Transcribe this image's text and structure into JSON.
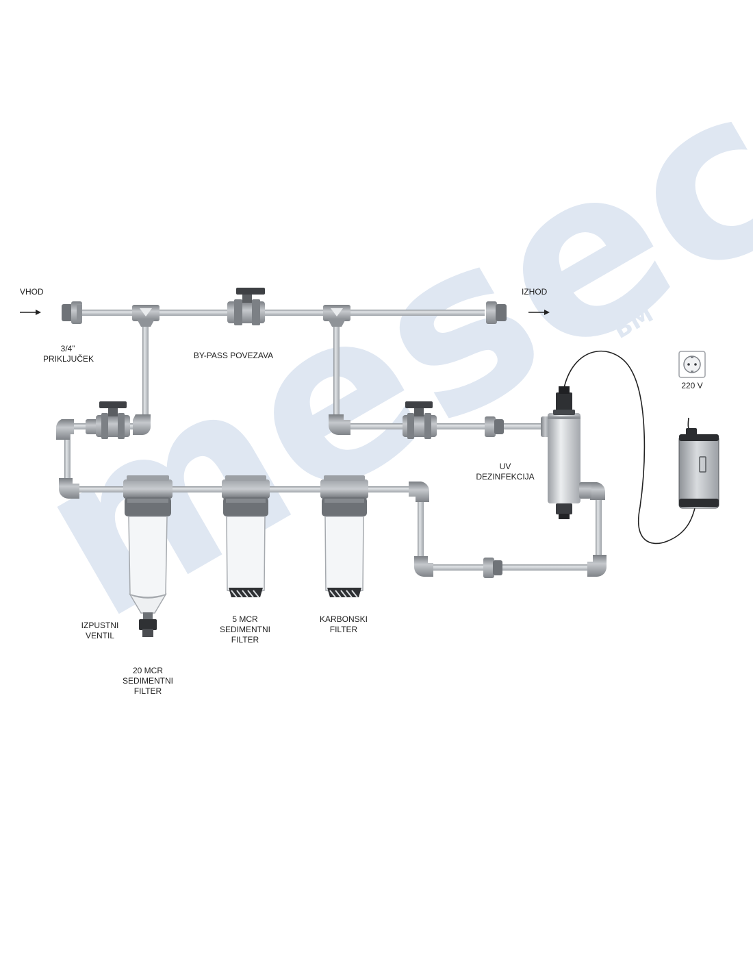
{
  "colors": {
    "pipe": "#b9bec4",
    "fitting": "#8f9398",
    "dark_fitting": "#4a4c50",
    "watermark": "#dfe7f2",
    "cable": "#222222"
  },
  "watermark": {
    "text": "mesec",
    "superscript": "BM"
  },
  "labels": {
    "inlet": "VHOD",
    "outlet": "IZHOD",
    "connection": [
      "3/4”",
      "PRIKLJUČEK"
    ],
    "bypass": "BY-PASS POVEZAVA",
    "power": "220 V",
    "uv": [
      "UV",
      "DEZINFEKCIJA"
    ],
    "drain_valve": [
      "IZPUSTNI",
      "VENTIL"
    ],
    "filter_20": [
      "20 MCR",
      "SEDIMENTNI",
      "FILTER"
    ],
    "filter_5": [
      "5 MCR",
      "SEDIMENTNI",
      "FILTER"
    ],
    "filter_carbon": [
      "KARBONSKI",
      "FILTER"
    ]
  },
  "icons": {
    "flow_arrow": "arrow-right-icon",
    "socket": "power-socket-icon",
    "ballast": "uv-ballast-icon"
  }
}
